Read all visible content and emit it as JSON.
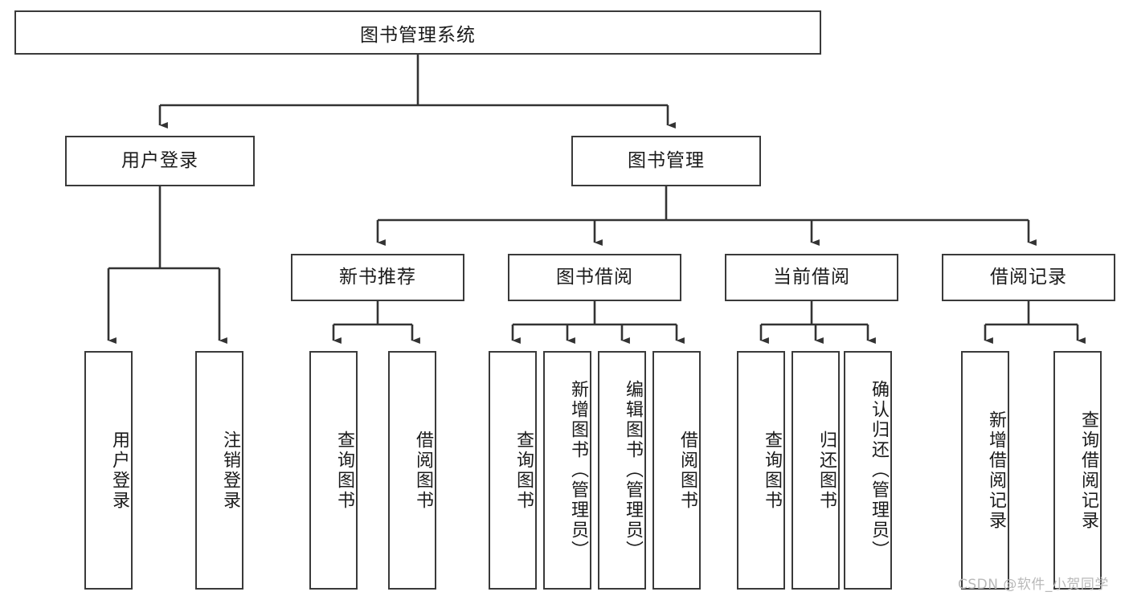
{
  "diagram": {
    "type": "tree",
    "title": "图书管理系统",
    "watermark": "CSDN @软件_小贺同学",
    "colors": {
      "box_border": "#3a3a3a",
      "box_fill": "#ffffff",
      "edge": "#333333",
      "text": "#1b1b1b",
      "watermark": "#b9b9b9",
      "background": "#ffffff"
    },
    "nodes": {
      "root": {
        "label": "图书管理系统"
      },
      "level2": [
        {
          "id": "user-login",
          "label": "用户登录"
        },
        {
          "id": "book-manage",
          "label": "图书管理"
        }
      ],
      "level3": [
        {
          "id": "new-book-recommend",
          "label": "新书推荐"
        },
        {
          "id": "book-borrow",
          "label": "图书借阅"
        },
        {
          "id": "current-borrow",
          "label": "当前借阅"
        },
        {
          "id": "borrow-record",
          "label": "借阅记录"
        }
      ],
      "leaves": {
        "user-login": [
          {
            "id": "leaf-user-login",
            "label": "用户登录"
          },
          {
            "id": "leaf-logout-login",
            "label": "注销登录"
          }
        ],
        "new-book-recommend": [
          {
            "id": "leaf-query-book-1",
            "label": "查询图书"
          },
          {
            "id": "leaf-borrow-book-1",
            "label": "借阅图书"
          }
        ],
        "book-borrow": [
          {
            "id": "leaf-query-book-2",
            "label": "查询图书"
          },
          {
            "id": "leaf-add-book",
            "label": "新增图书（管理员）"
          },
          {
            "id": "leaf-edit-book",
            "label": "编辑图书（管理员）"
          },
          {
            "id": "leaf-borrow-book-2",
            "label": "借阅图书"
          }
        ],
        "current-borrow": [
          {
            "id": "leaf-query-book-3",
            "label": "查询图书"
          },
          {
            "id": "leaf-return-book",
            "label": "归还图书"
          },
          {
            "id": "leaf-confirm-return",
            "label": "确认归还（管理员）"
          }
        ],
        "borrow-record": [
          {
            "id": "leaf-add-record",
            "label": "新增借阅记录"
          },
          {
            "id": "leaf-query-record",
            "label": "查询借阅记录"
          }
        ]
      }
    },
    "edges": [
      {
        "from": "图书管理系统",
        "to": "用户登录"
      },
      {
        "from": "图书管理系统",
        "to": "图书管理"
      },
      {
        "from": "用户登录",
        "to": "用户登录"
      },
      {
        "from": "用户登录",
        "to": "注销登录"
      },
      {
        "from": "图书管理",
        "to": "新书推荐"
      },
      {
        "from": "图书管理",
        "to": "图书借阅"
      },
      {
        "from": "图书管理",
        "to": "当前借阅"
      },
      {
        "from": "图书管理",
        "to": "借阅记录"
      },
      {
        "from": "新书推荐",
        "to": "查询图书"
      },
      {
        "from": "新书推荐",
        "to": "借阅图书"
      },
      {
        "from": "图书借阅",
        "to": "查询图书"
      },
      {
        "from": "图书借阅",
        "to": "新增图书（管理员）"
      },
      {
        "from": "图书借阅",
        "to": "编辑图书（管理员）"
      },
      {
        "from": "图书借阅",
        "to": "借阅图书"
      },
      {
        "from": "当前借阅",
        "to": "查询图书"
      },
      {
        "from": "当前借阅",
        "to": "归还图书"
      },
      {
        "from": "当前借阅",
        "to": "确认归还（管理员）"
      },
      {
        "from": "借阅记录",
        "to": "新增借阅记录"
      },
      {
        "from": "借阅记录",
        "to": "查询借阅记录"
      }
    ]
  }
}
